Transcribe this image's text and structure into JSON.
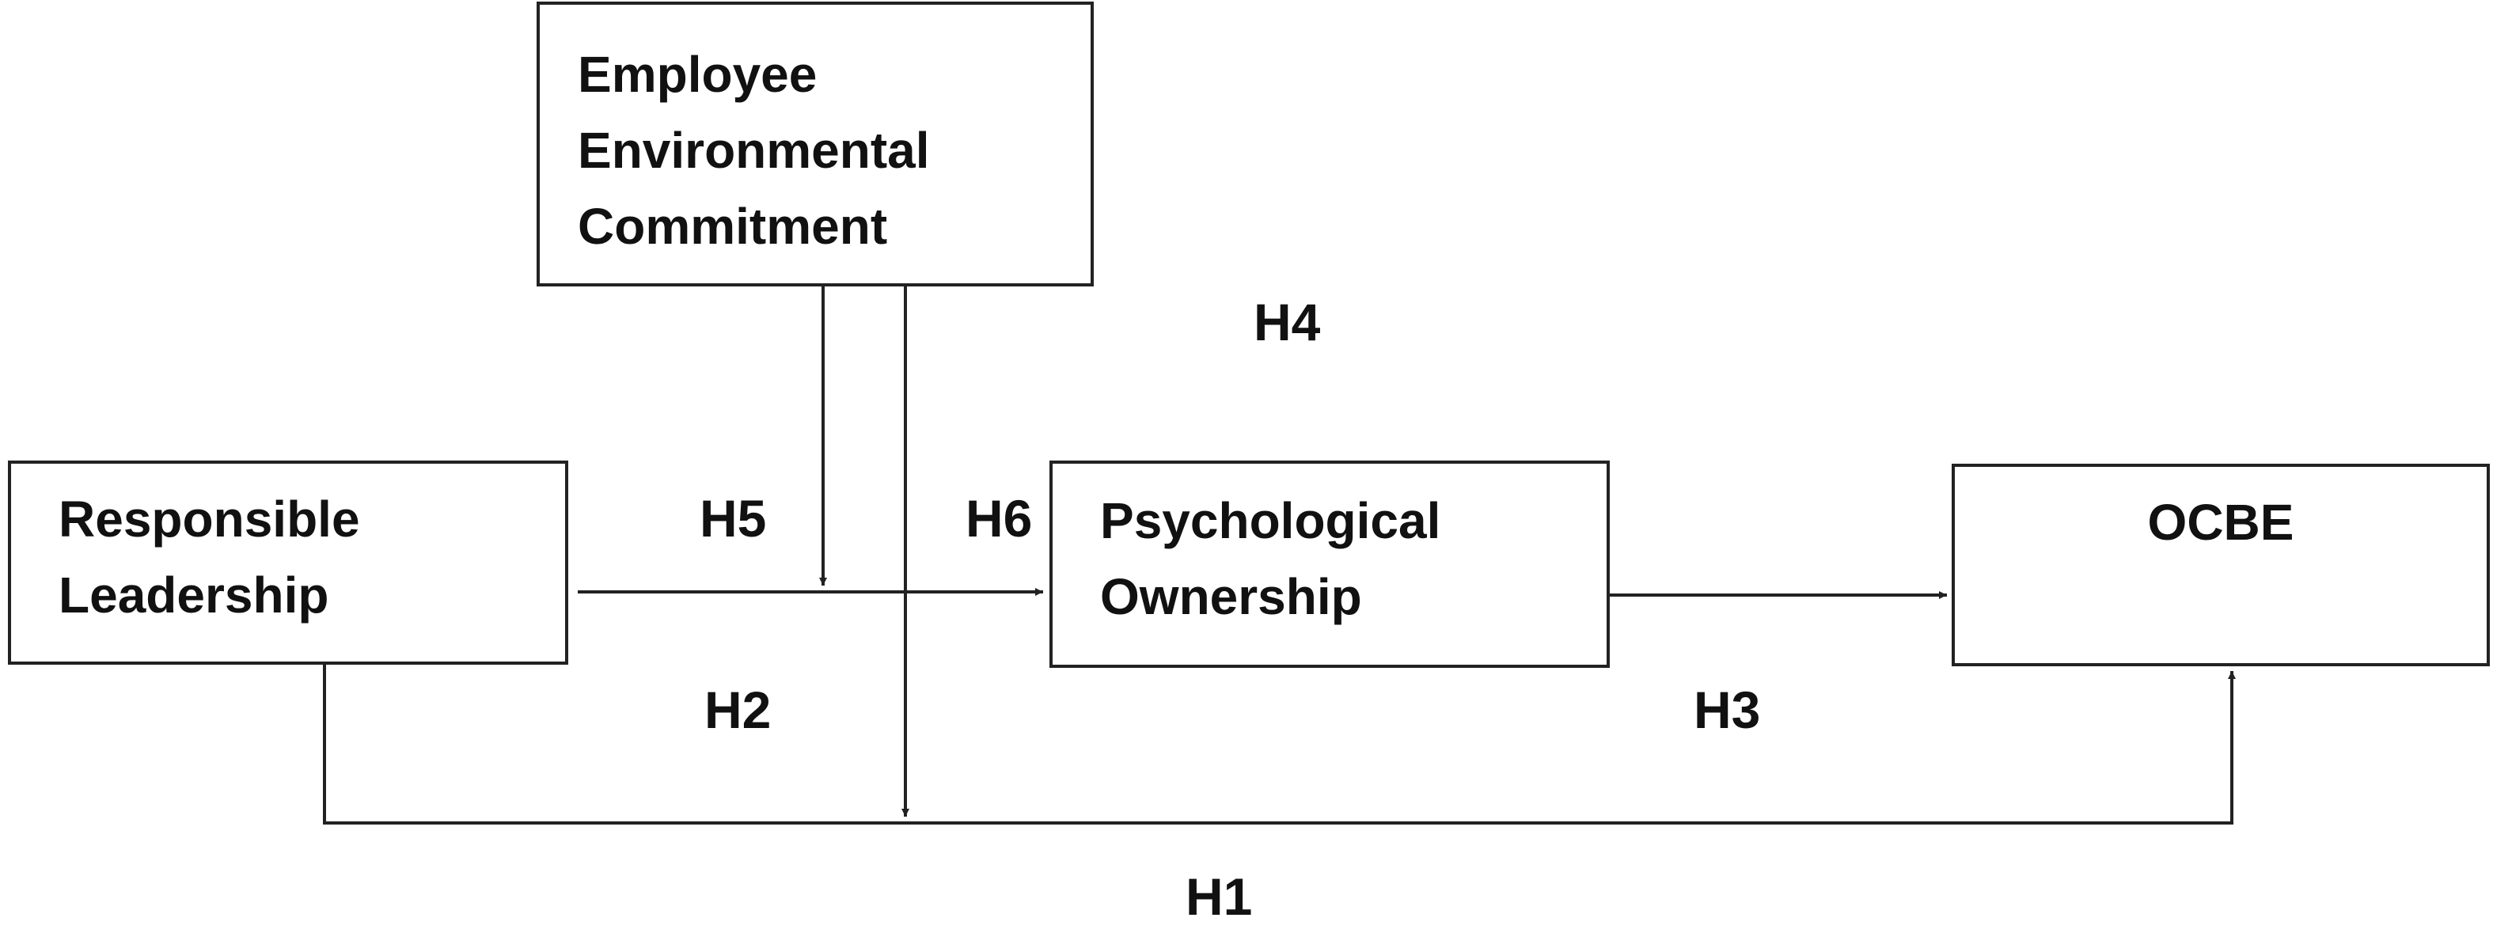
{
  "diagram": {
    "nodes": {
      "employee_environmental_commitment": "Employee\nEnvironmental\nCommitment",
      "responsible_leadership": "Responsible\nLeadership",
      "psychological_ownership": "Psychological\nOwnership",
      "ocbe": "OCBE"
    },
    "hypotheses": {
      "h1": "H1",
      "h2": "H2",
      "h3": "H3",
      "h4": "H4",
      "h5": "H5",
      "h6": "H6"
    },
    "colors": {
      "line": "#222222",
      "text": "#111111",
      "background": "#ffffff"
    }
  }
}
